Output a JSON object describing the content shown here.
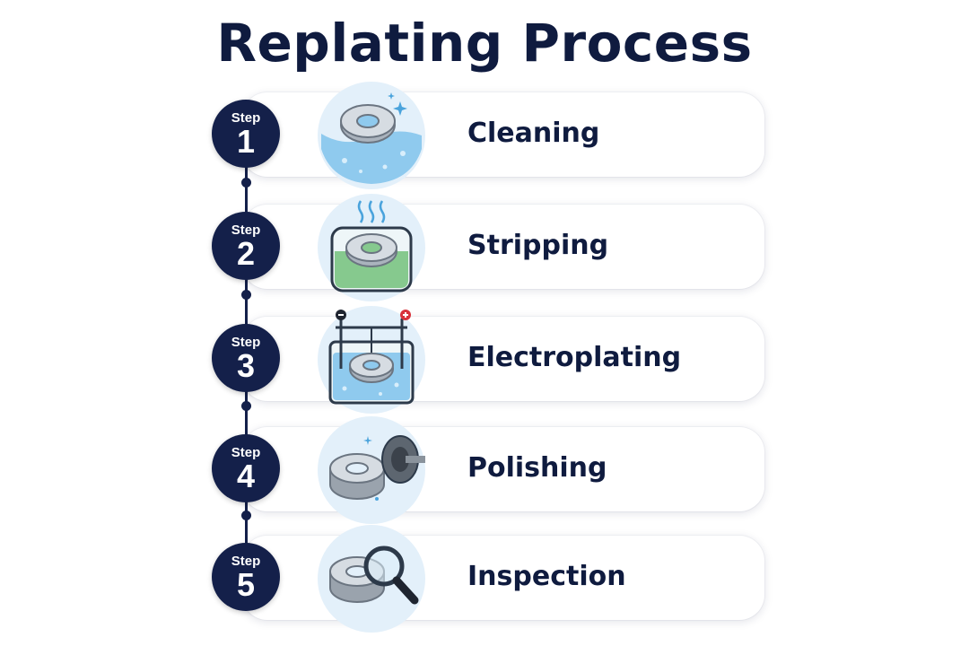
{
  "title": "Replating Process",
  "step_word": "Step",
  "steps": [
    {
      "number": "1",
      "label": "Cleaning",
      "icon": "cleaning-bath-icon"
    },
    {
      "number": "2",
      "label": "Stripping",
      "icon": "stripping-beaker-icon"
    },
    {
      "number": "3",
      "label": "Electroplating",
      "icon": "electroplating-tank-icon"
    },
    {
      "number": "4",
      "label": "Polishing",
      "icon": "polishing-wheel-icon"
    },
    {
      "number": "5",
      "label": "Inspection",
      "icon": "magnifier-inspection-icon"
    }
  ],
  "colors": {
    "navy": "#14204a",
    "title": "#0f1b3f",
    "icon_bg": "#e3f0fa",
    "water": "#7cc0ea",
    "green_bath": "#7cc48a",
    "metal": "#b9c1c9"
  }
}
